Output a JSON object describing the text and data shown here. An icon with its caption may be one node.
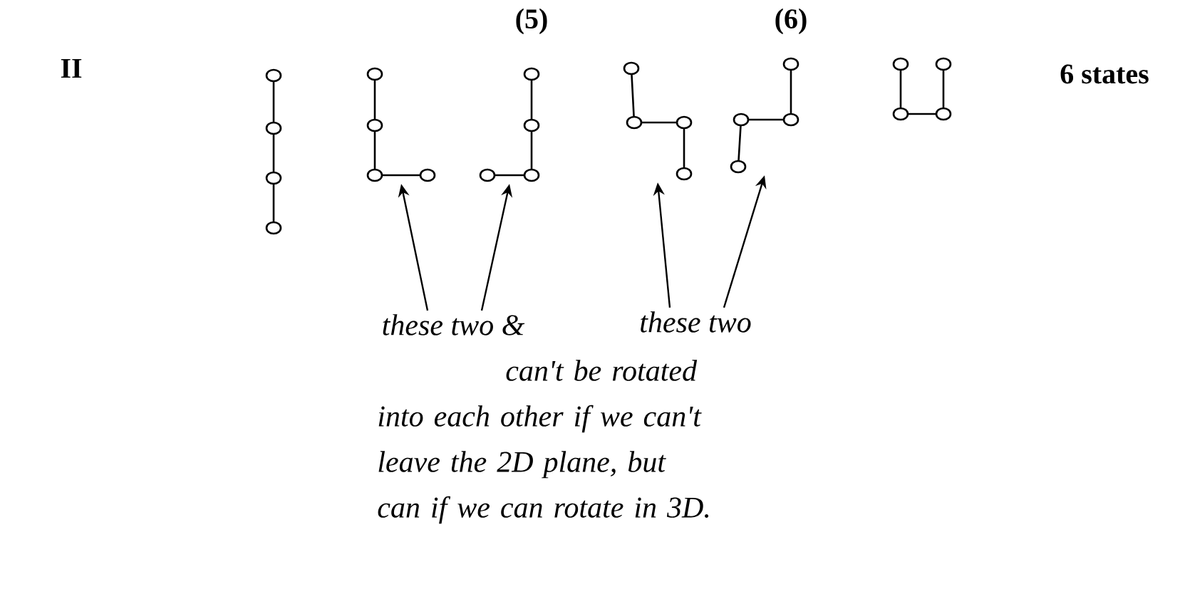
{
  "diagram": {
    "nodes": [
      {
        "text": [],
        "shape": "picture"
      },
      {
        "text": [],
        "shape": "picture"
      },
      {
        "text": [],
        "shape": "picture",
        "beside": [
          "(5)"
        ]
      },
      {
        "text": [],
        "shape": "picture"
      },
      {
        "text": [],
        "shape": "picture",
        "beside": [
          "(6)"
        ]
      },
      {
        "text": [],
        "shape": "picture"
      },
      {
        "text": [
          "these two &"
        ]
      },
      {
        "text": [
          "these two"
        ]
      },
      {
        "text": [
          "can't be rotated into each other if we can't leave the 2D plane, but can if we can rotate in 3D."
        ]
      }
    ],
    "edges": [
      {
        "from": 6,
        "to": 1,
        "arrow": "to"
      },
      {
        "from": 6,
        "to": 2,
        "arrow": "to"
      },
      {
        "from": 7,
        "to": 3,
        "arrow": "to"
      },
      {
        "from": 7,
        "to": 4,
        "arrow": "to"
      }
    ],
    "labels": [
      "II",
      "6 states"
    ]
  }
}
